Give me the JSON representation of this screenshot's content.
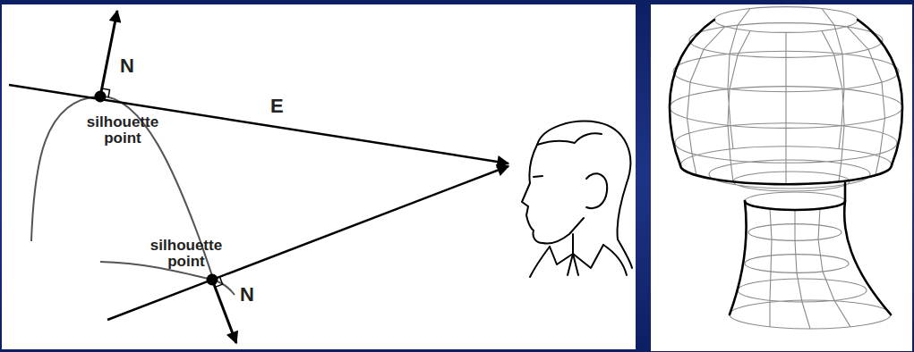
{
  "diagram": {
    "labels": [
      "N",
      "silhouette point",
      "E",
      "silhouette point",
      "N"
    ]
  }
}
